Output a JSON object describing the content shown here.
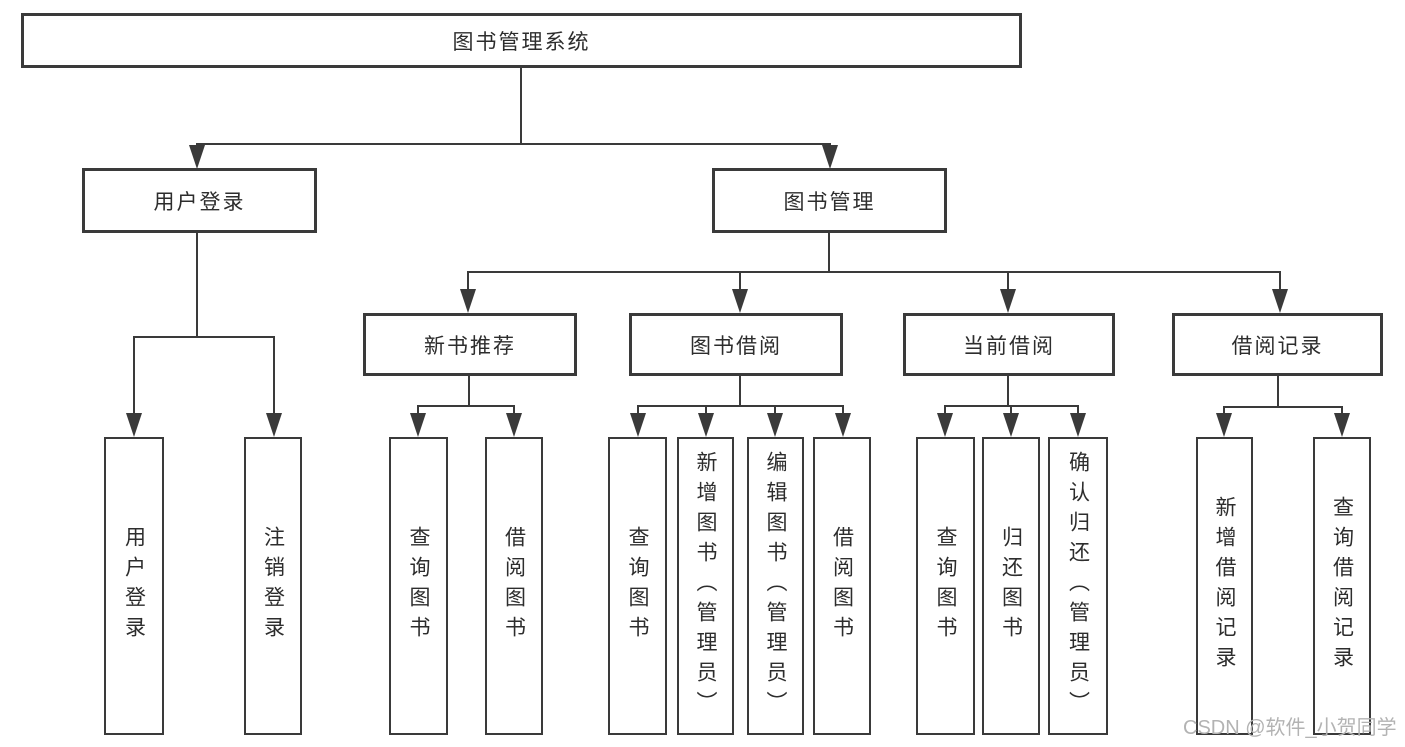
{
  "root": {
    "label": "图书管理系统"
  },
  "branches": [
    {
      "label": "用户登录",
      "children": [
        {
          "label": "用户登录"
        },
        {
          "label": "注销登录"
        }
      ]
    },
    {
      "label": "图书管理",
      "children": [
        {
          "label": "新书推荐",
          "children": [
            {
              "label": "查询图书"
            },
            {
              "label": "借阅图书"
            }
          ]
        },
        {
          "label": "图书借阅",
          "children": [
            {
              "label": "查询图书"
            },
            {
              "label": "新增图书（管理员）"
            },
            {
              "label": "编辑图书（管理员）"
            },
            {
              "label": "借阅图书"
            }
          ]
        },
        {
          "label": "当前借阅",
          "children": [
            {
              "label": "查询图书"
            },
            {
              "label": "归还图书"
            },
            {
              "label": "确认归还（管理员）"
            }
          ]
        },
        {
          "label": "借阅记录",
          "children": [
            {
              "label": "新增借阅记录"
            },
            {
              "label": "查询借阅记录"
            }
          ]
        }
      ]
    }
  ],
  "watermark": {
    "text": "CSDN @软件_小贺同学"
  },
  "colors": {
    "line": "#3a3a3a",
    "text": "#2d2d2d",
    "watermark": "#b3b3b3",
    "background": "#ffffff"
  }
}
